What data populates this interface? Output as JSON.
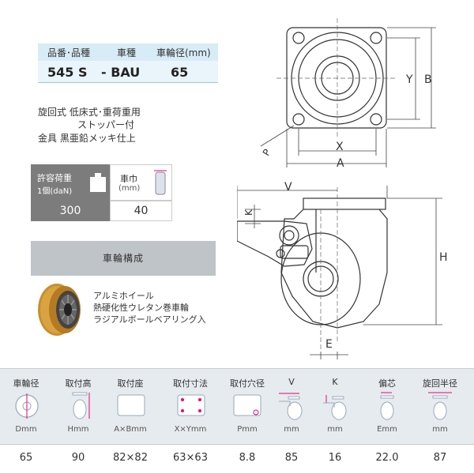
{
  "header": {
    "col1": "品番･品種",
    "col2": "車種",
    "col3": "車輪径(mm)",
    "part_number": "545 S",
    "type": "- BAU",
    "diameter": "65"
  },
  "spec": {
    "line1": "旋回式  低床式･重荷重用",
    "line2": "ストッパー付",
    "line3": "金具  黒亜鉛メッキ仕上"
  },
  "load": {
    "label1": "許容荷重",
    "label2": "1個(daN)",
    "width_label1": "車巾",
    "width_label2": "(mm)",
    "value": "300",
    "width_value": "40"
  },
  "wheel": {
    "title": "車輪構成",
    "desc1": "アルミホイール",
    "desc2": "熱硬化性ウレタン巻車輪",
    "desc3": "ラジアルボールベアリング入"
  },
  "drawing": {
    "labels": [
      "Y",
      "B",
      "P",
      "X",
      "A",
      "V",
      "K",
      "H",
      "E"
    ]
  },
  "table": {
    "columns": [
      {
        "head": "車輪径",
        "unit": "Dmm",
        "value": "65",
        "icon": "wheel-diameter-icon"
      },
      {
        "head": "取付高",
        "unit": "Hmm",
        "value": "90",
        "icon": "mount-height-icon"
      },
      {
        "head": "取付座",
        "unit": "A×Bmm",
        "value": "82×82",
        "icon": "mount-plate-icon"
      },
      {
        "head": "取付寸法",
        "unit": "X×Ymm",
        "value": "63×63",
        "icon": "mount-holes-icon"
      },
      {
        "head": "取付穴径",
        "unit": "Pmm",
        "value": "8.8",
        "icon": "hole-diameter-icon"
      },
      {
        "head": "V",
        "unit": "mm",
        "value": "85",
        "icon": "stopper-v-icon"
      },
      {
        "head": "K",
        "unit": "mm",
        "value": "16",
        "icon": "stopper-k-icon"
      },
      {
        "head": "偏芯",
        "unit": "Emm",
        "value": "22.0",
        "icon": "offset-icon"
      },
      {
        "head": "旋回半径",
        "unit": "mm",
        "value": "87",
        "icon": "swivel-radius-icon"
      }
    ]
  },
  "colors": {
    "header_bg": "#d8ecf7",
    "dark_cell": "#7c7c7c",
    "wheel_bar": "#bfc4c8",
    "table_bg": "#e6ebef",
    "wheel_tread": "#c98f2e"
  }
}
